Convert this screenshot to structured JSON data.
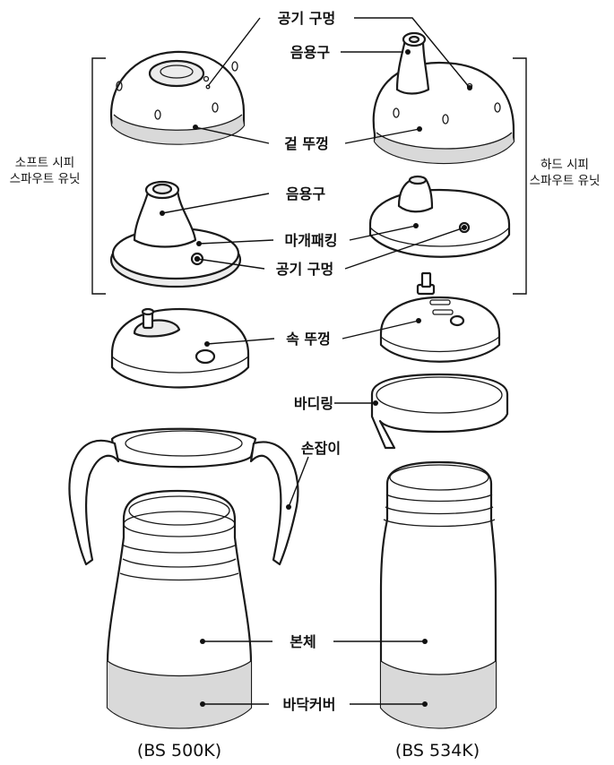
{
  "labels": {
    "air_hole_top": "공기 구멍",
    "spout_top": "음용구",
    "outer_lid": "겉 뚜껑",
    "spout_mid": "음용구",
    "packing": "마개패킹",
    "air_hole_mid": "공기 구멍",
    "inner_lid": "속 뚜껑",
    "body_ring": "바디링",
    "handle": "손잡이",
    "body": "본체",
    "bottom_cover": "바닥커버"
  },
  "groups": {
    "soft_line1": "소프트 시피",
    "soft_line2": "스파우트 유닛",
    "hard_line1": "하드 시피",
    "hard_line2": "스파우트 유닛"
  },
  "models": {
    "left": "(BS 500K)",
    "right": "(BS 534K)"
  }
}
